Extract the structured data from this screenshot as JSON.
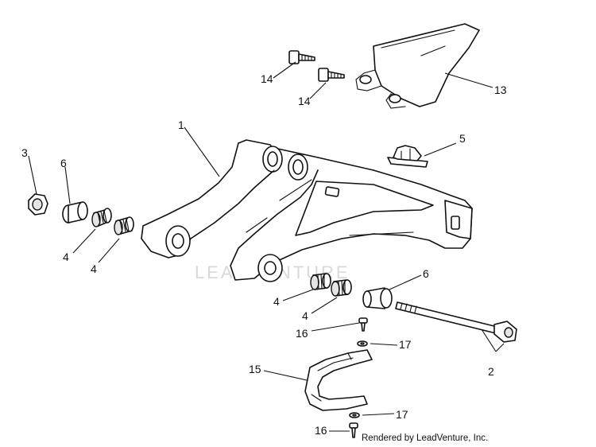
{
  "watermark": "LEADVENTURE",
  "credit": "Rendered by LeadVenture, Inc.",
  "callouts": {
    "c1": "1",
    "c2": "2",
    "c3": "3",
    "c4a": "4",
    "c4b": "4",
    "c4c": "4",
    "c4d": "4",
    "c5": "5",
    "c6a": "6",
    "c6b": "6",
    "c13": "13",
    "c14a": "14",
    "c14b": "14",
    "c15": "15",
    "c16a": "16",
    "c16b": "16",
    "c17a": "17",
    "c17b": "17"
  },
  "parts": {
    "p1": "swingarm",
    "p2": "pivot-bolt",
    "p3": "nut",
    "p4": "needle-bearing",
    "p5": "rubber-bumper",
    "p6": "bushing",
    "p13": "chain-guard",
    "p14": "bolt",
    "p15": "chain-slider",
    "p16": "screw",
    "p17": "washer"
  }
}
